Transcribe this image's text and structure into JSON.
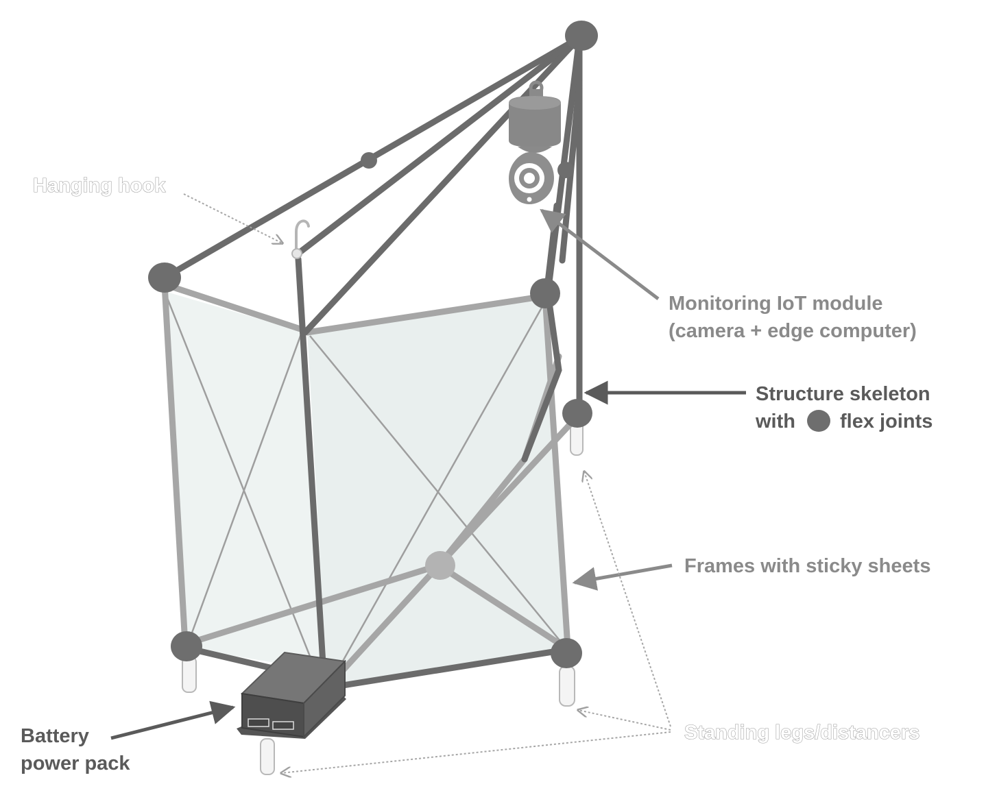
{
  "labels": {
    "hanging_hook": "Hanging hook",
    "iot_module_line1": "Monitoring IoT module",
    "iot_module_line2": "(camera + edge computer)",
    "skeleton_line1": "Structure skeleton",
    "skeleton_with": "with",
    "skeleton_flex": "flex joints",
    "frames": "Frames with sticky sheets",
    "legs": "Standing legs/distancers",
    "battery_line1": "Battery",
    "battery_line2": "power pack"
  },
  "colors": {
    "skeleton": "#6b6b6b",
    "frame": "#a6a6a6",
    "sheet": "#eef3f2",
    "joint": "#6e6e6e",
    "light_joint": "#b3b3b3",
    "battery_top": "#6f6f6f",
    "battery_front": "#555555",
    "leg": "#f4f4f4"
  }
}
